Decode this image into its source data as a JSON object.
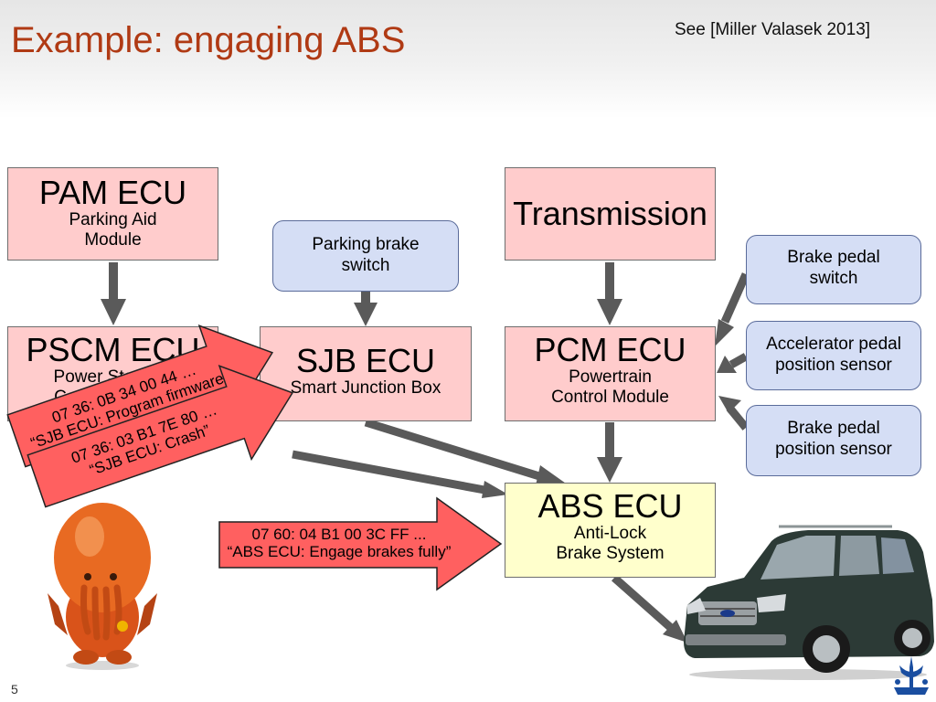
{
  "slide": {
    "title": "Example: engaging ABS",
    "reference": "See [Miller Valasek 2013]",
    "page_number": "5"
  },
  "nodes": {
    "pam": {
      "title": "PAM ECU",
      "line1": "Parking Aid",
      "line2": "Module"
    },
    "pscm": {
      "title": "PSCM ECU",
      "line1": "Power Steering",
      "line2": "Control Module"
    },
    "parking_brake": {
      "line1": "Parking brake",
      "line2": "switch"
    },
    "sjb": {
      "title": "SJB ECU",
      "line1": "Smart Junction Box"
    },
    "transmission": {
      "title": "Transmission"
    },
    "pcm": {
      "title": "PCM ECU",
      "line1": "Powertrain",
      "line2": "Control Module"
    },
    "brake_pedal_switch": {
      "line1": "Brake pedal",
      "line2": "switch"
    },
    "accel_sensor": {
      "line1": "Accelerator pedal",
      "line2": "position sensor"
    },
    "brake_pedal_sensor": {
      "line1": "Brake pedal",
      "line2": "position sensor"
    },
    "abs": {
      "title": "ABS ECU",
      "line1": "Anti-Lock",
      "line2": "Brake System"
    }
  },
  "messages": {
    "program": {
      "line1": "07 36: 0B 34 00 44 …",
      "line2": "“SJB ECU: Program firmware”"
    },
    "crash": {
      "line1": "07 36: 03 B1 7E 80 …",
      "line2": "“SJB ECU: Crash”"
    },
    "engage": {
      "line1": "07 60: 04 B1 00 3C FF ...",
      "line2": "“ABS ECU: Engage brakes fully”"
    }
  },
  "colors": {
    "title": "#b03a14",
    "ecu_fill": "#ffcccc",
    "sensor_fill": "#d5def5",
    "abs_fill": "#ffffcc",
    "message_fill": "#ff6060",
    "edge": "#5a5a5a"
  },
  "images": {
    "mascot": "orange-cthulhu-mascot",
    "car": "dark-green-suv-photo",
    "logo": "university-crest-logo"
  }
}
